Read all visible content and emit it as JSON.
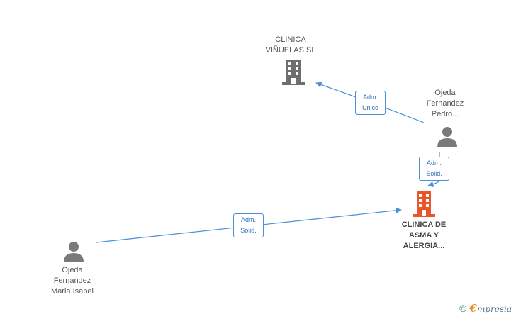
{
  "nodes": {
    "company_top": {
      "lines": [
        "CLINICA",
        "VIÑUELAS SL"
      ]
    },
    "person_right": {
      "lines": [
        "Ojeda",
        "Fernandez",
        "Pedro..."
      ]
    },
    "company_main": {
      "lines": [
        "CLINICA DE",
        "ASMA Y",
        "ALERGIA..."
      ]
    },
    "person_left": {
      "lines": [
        "Ojeda",
        "Fernandez",
        "Maria Isabel"
      ]
    }
  },
  "edges": {
    "unico": {
      "lines": [
        "Adm.",
        "Unico"
      ]
    },
    "solid_right": {
      "lines": [
        "Adm.",
        "Solid."
      ]
    },
    "solid_left": {
      "lines": [
        "Adm.",
        "Solid."
      ]
    }
  },
  "colors": {
    "edge": "#4a8fd8",
    "company_gray": "#6e6e6e",
    "company_main": "#e8562a",
    "person": "#7a7a7a"
  },
  "footer": {
    "symbol": "©",
    "brand_initial": "€",
    "brand_rest": "mpresia"
  }
}
